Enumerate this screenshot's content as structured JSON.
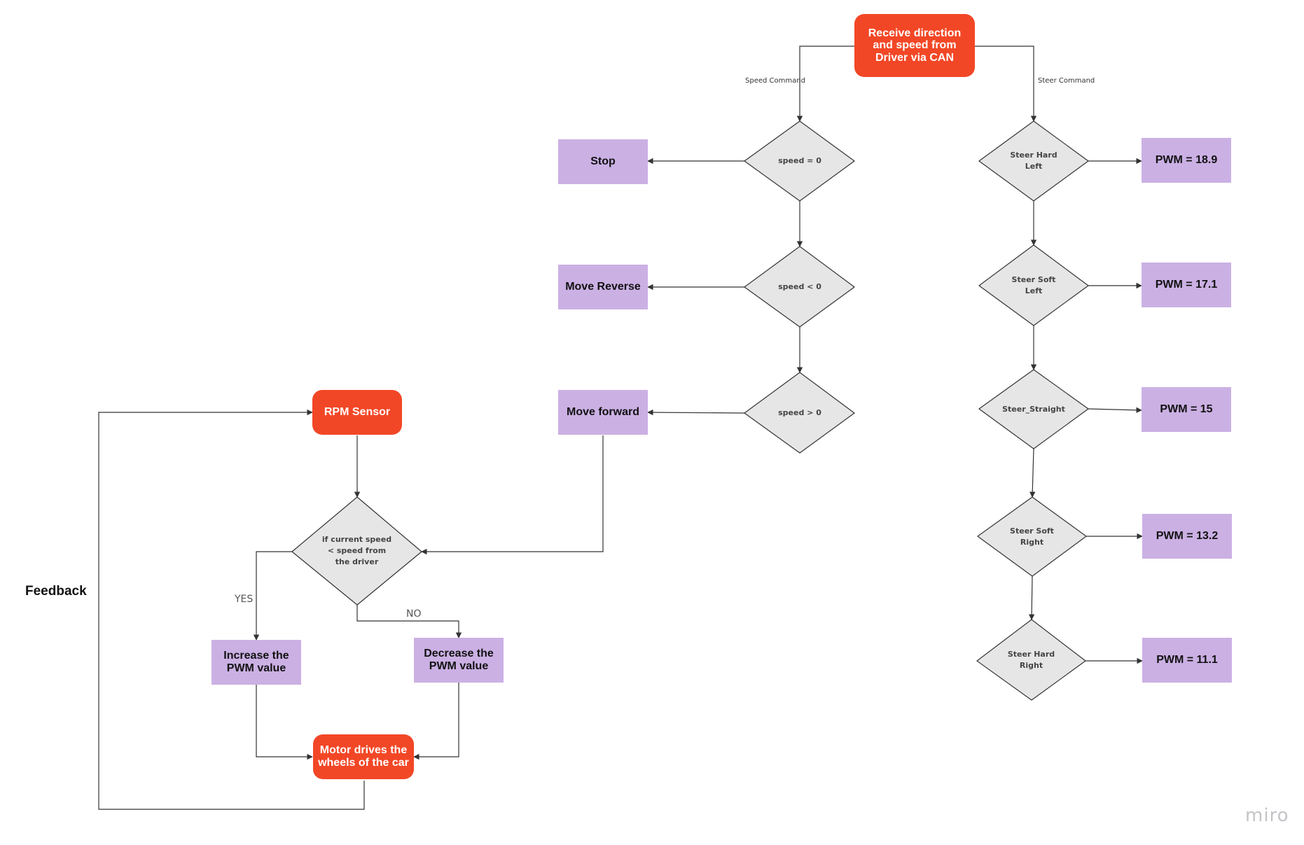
{
  "nodes": {
    "receive": "Receive direction and speed from Driver via CAN",
    "rpm_sensor": "RPM Sensor",
    "motor": "Motor drives the wheels of the car",
    "stop": "Stop",
    "move_reverse": "Move Reverse",
    "move_forward": "Move forward",
    "increase_pwm": "Increase the PWM value",
    "decrease_pwm": "Decrease the PWM value",
    "pwm_189": "PWM = 18.9",
    "pwm_171": "PWM = 17.1",
    "pwm_15": "PWM = 15",
    "pwm_132": "PWM = 13.2",
    "pwm_111": "PWM = 11.1"
  },
  "decisions": {
    "speed_eq": "speed = 0",
    "speed_lt": "speed < 0",
    "speed_gt": "speed > 0",
    "compare": "if current speed\n< speed from\nthe driver",
    "hard_left": "Steer Hard\nLeft",
    "soft_left": "Steer Soft\nLeft",
    "straight": "Steer_Straight",
    "soft_right": "Steer Soft\nRight",
    "hard_right": "Steer Hard\nRight"
  },
  "edge_labels": {
    "speed_command": "Speed Command",
    "steer_command": "Steer Command",
    "yes": "YES",
    "no": "NO",
    "feedback": "Feedback"
  },
  "watermark": "miro",
  "colors": {
    "start_end": "#f24726",
    "process": "#cbb0e4",
    "decision_fill": "#e6e6e6",
    "line": "#333333"
  }
}
